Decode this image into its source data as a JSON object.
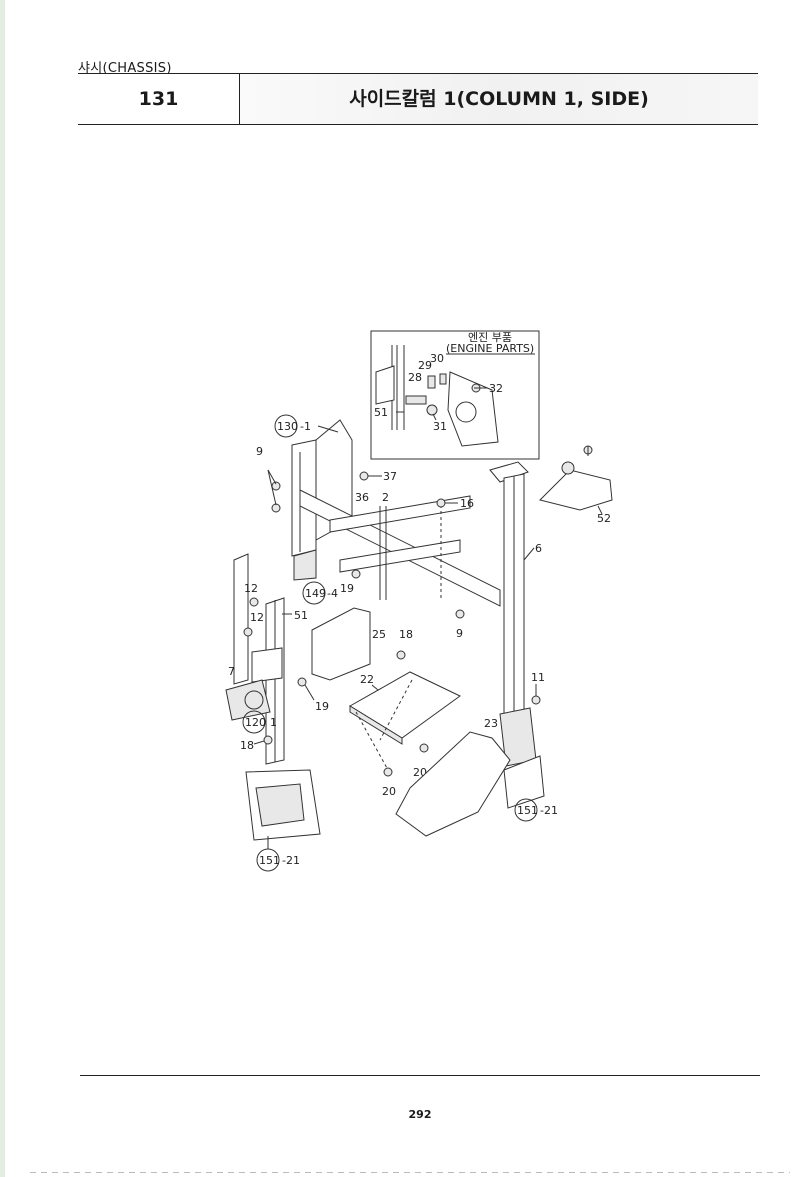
{
  "header": {
    "section": "샤시(CHASSIS)",
    "number": "131",
    "title": "사이드칼럼 1(COLUMN 1, SIDE)"
  },
  "inset": {
    "korean": "엔진 부품",
    "english": "(ENGINE PARTS)"
  },
  "callouts": {
    "c29": "29",
    "c30": "30",
    "c28": "28",
    "c32": "32",
    "c51a": "51",
    "c31": "31",
    "c130": "130",
    "c130s": "-1",
    "c9a": "9",
    "c37": "37",
    "c36": "36",
    "c2": "2",
    "c16": "16",
    "c52": "52",
    "c6": "6",
    "c149": "149",
    "c149s": "-4",
    "c19a": "19",
    "c12a": "12",
    "c12b": "12",
    "c51b": "51",
    "c25": "25",
    "c18a": "18",
    "c9b": "9",
    "c7": "7",
    "c22": "22",
    "c19b": "19",
    "c120": "120",
    "c120s": "1",
    "c18b": "18",
    "c11": "11",
    "c23": "23",
    "c20a": "20",
    "c20b": "20",
    "c151a": "151",
    "c151as": "-21",
    "c151b": "151",
    "c151bs": "-21"
  },
  "footer": {
    "page": "292"
  }
}
